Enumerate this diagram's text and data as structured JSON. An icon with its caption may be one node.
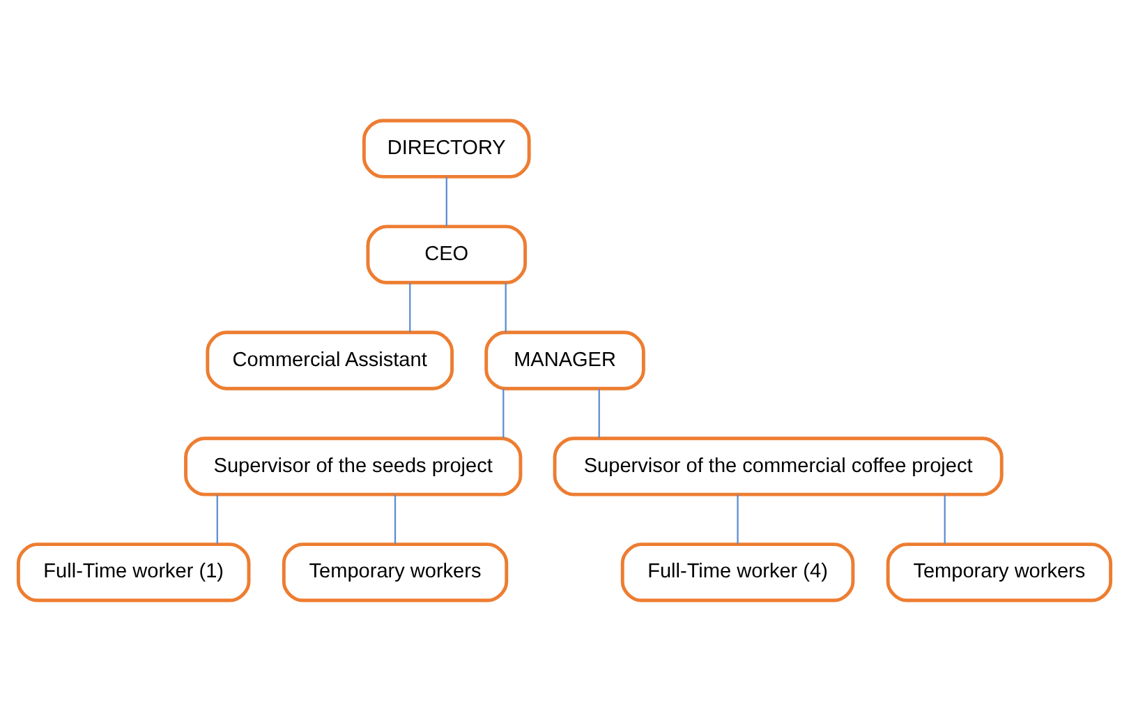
{
  "diagram": {
    "nodes": [
      {
        "text": [
          "DIRECTORY"
        ]
      },
      {
        "text": [
          "CEO"
        ]
      },
      {
        "text": [
          "Commercial Assistant"
        ]
      },
      {
        "text": [
          "MANAGER"
        ]
      },
      {
        "text": [
          "Supervisor of the seeds project"
        ]
      },
      {
        "text": [
          "Supervisor of the commercial coffee project"
        ]
      },
      {
        "text": [
          "Full-Time worker (1)"
        ]
      },
      {
        "text": [
          "Temporary workers"
        ]
      },
      {
        "text": [
          "Full-Time worker (4)"
        ]
      },
      {
        "text": [
          "Temporary workers"
        ]
      }
    ],
    "edges": [
      {
        "from": 0,
        "to": 1,
        "arrow": "none"
      },
      {
        "from": 1,
        "to": 2,
        "arrow": "none"
      },
      {
        "from": 1,
        "to": 3,
        "arrow": "none"
      },
      {
        "from": 3,
        "to": 4,
        "arrow": "none"
      },
      {
        "from": 3,
        "to": 5,
        "arrow": "none"
      },
      {
        "from": 4,
        "to": 6,
        "arrow": "none"
      },
      {
        "from": 4,
        "to": 7,
        "arrow": "none"
      },
      {
        "from": 5,
        "to": 8,
        "arrow": "none"
      },
      {
        "from": 5,
        "to": 9,
        "arrow": "none"
      }
    ]
  }
}
